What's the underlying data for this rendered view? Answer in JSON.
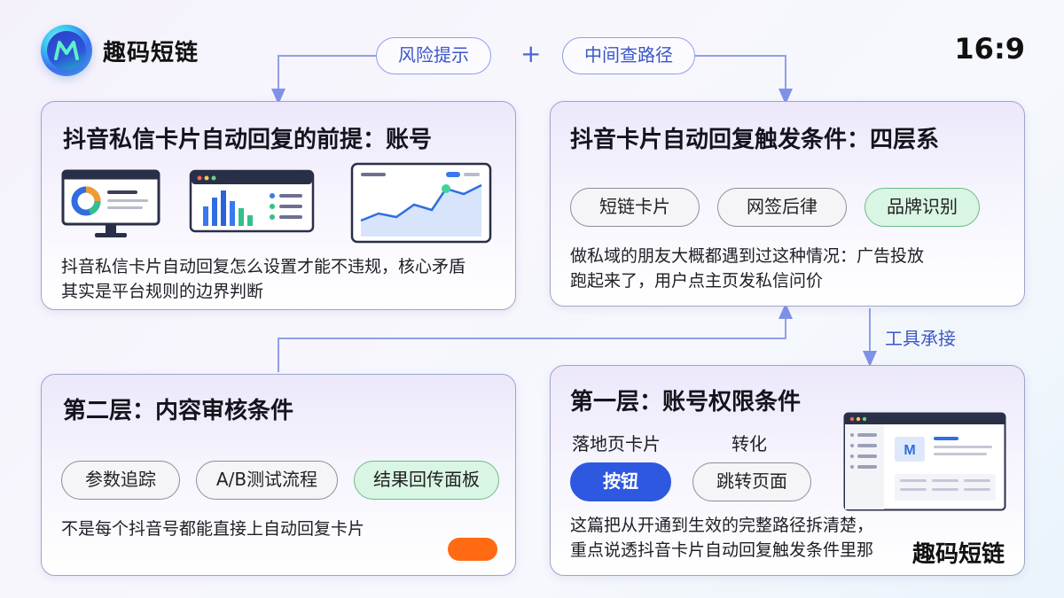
{
  "brand": {
    "name": "趣码短链",
    "logo_letter": "M"
  },
  "ratio": "16:9",
  "top": {
    "pill_left": "风险提示",
    "plus": "+",
    "pill_right": "中间查路径"
  },
  "connector_label": "工具承接",
  "card1": {
    "title": "抖音私信卡片自动回复的前提：账号",
    "text_line1": "抖音私信卡片自动回复怎么设置才能不违规，核心矛盾",
    "text_line2": "其实是平台规则的边界判断"
  },
  "card2": {
    "title": "抖音卡片自动回复触发条件：四层系",
    "pills": [
      "短链卡片",
      "网签后律",
      "品牌识别"
    ],
    "text_line1": "做私域的朋友大概都遇到过这种情况：广告投放",
    "text_line2": "跑起来了，用户点主页发私信问价"
  },
  "card3": {
    "title": "第二层：内容审核条件",
    "pills": [
      "参数追踪",
      "A/B测试流程",
      "结果回传面板"
    ],
    "text": "不是每个抖音号都能直接上自动回复卡片"
  },
  "card4": {
    "title": "第一层：账号权限条件",
    "label_left": "落地页卡片",
    "label_right": "转化",
    "button_primary": "按钮",
    "button_secondary": "跳转页面",
    "text_line1": "这篇把从开通到生效的完整路径拆清楚，",
    "text_line2": "重点说透抖音卡片自动回复触发条件里那",
    "watermark": "趣码短链",
    "mock_logo": "M"
  },
  "colors": {
    "accent": "#3c56c8",
    "primary_button": "#2f58e0",
    "green_pill": "#d9f5e3",
    "orange": "#ff6a12",
    "connector": "#8ea0e8"
  },
  "icons": [
    "monitor-donut-chart-icon",
    "bar-chart-window-icon",
    "line-chart-window-icon",
    "dashboard-window-icon"
  ]
}
